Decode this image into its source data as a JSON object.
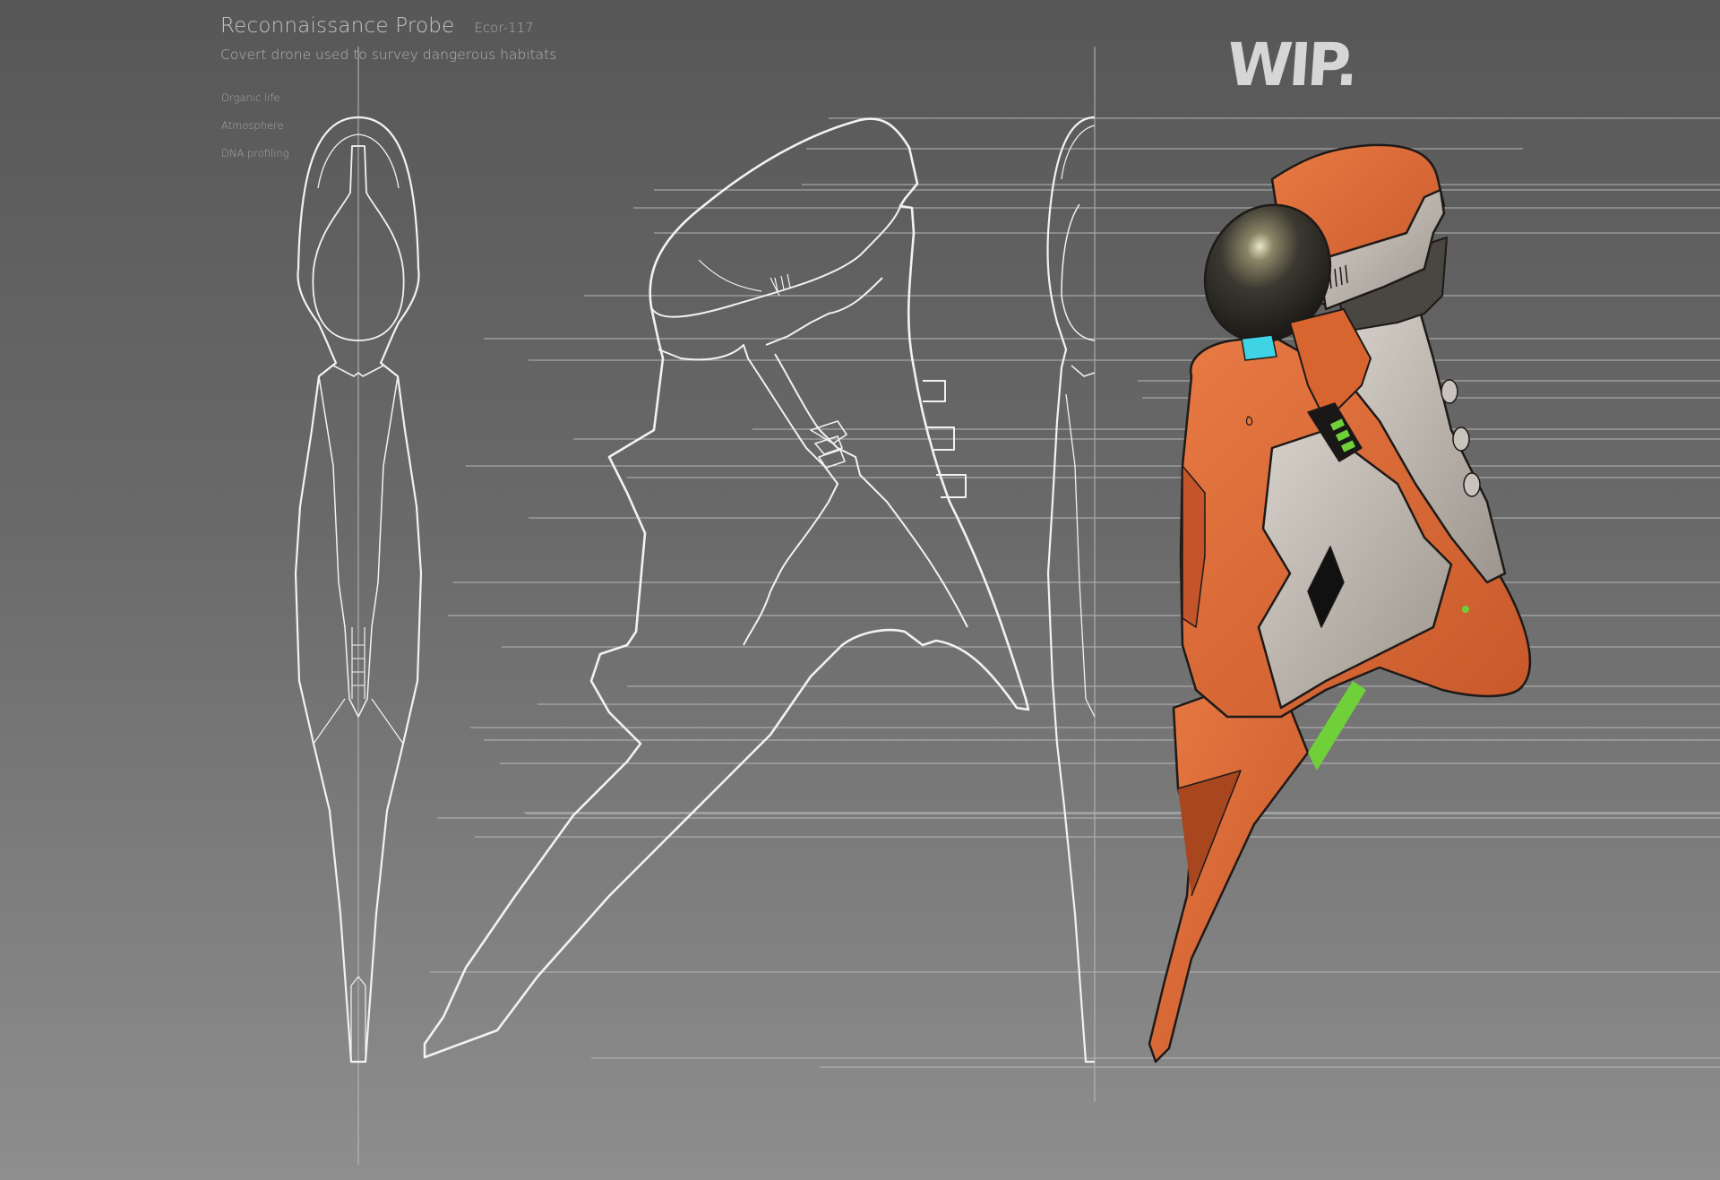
{
  "sheet": {
    "title": "Reconnaissance Probe",
    "code": "Ecor-117",
    "subtitle": "Covert drone used to survey dangerous habitats",
    "features": [
      "Organic life",
      "Atmosphere",
      "DNA profiling"
    ],
    "status_label": "WIP."
  },
  "views": [
    {
      "name": "top-view",
      "style": "line-art"
    },
    {
      "name": "side-view",
      "style": "line-art"
    },
    {
      "name": "front-view-half",
      "style": "line-art"
    },
    {
      "name": "rendered-side-view",
      "style": "painted"
    }
  ],
  "colors": {
    "background_top": "#575757",
    "background_bottom": "#8e8e8e",
    "line_art": "#f2f2f2",
    "guide_lines": "#b8b8b8",
    "shell_orange": "#d96a35",
    "shell_orange_dark": "#a8471f",
    "panel_grey": "#bdb7b0",
    "visor_black": "#2c2a22",
    "accent_green": "#6fd03a",
    "accent_cyan": "#3fd3e6"
  }
}
